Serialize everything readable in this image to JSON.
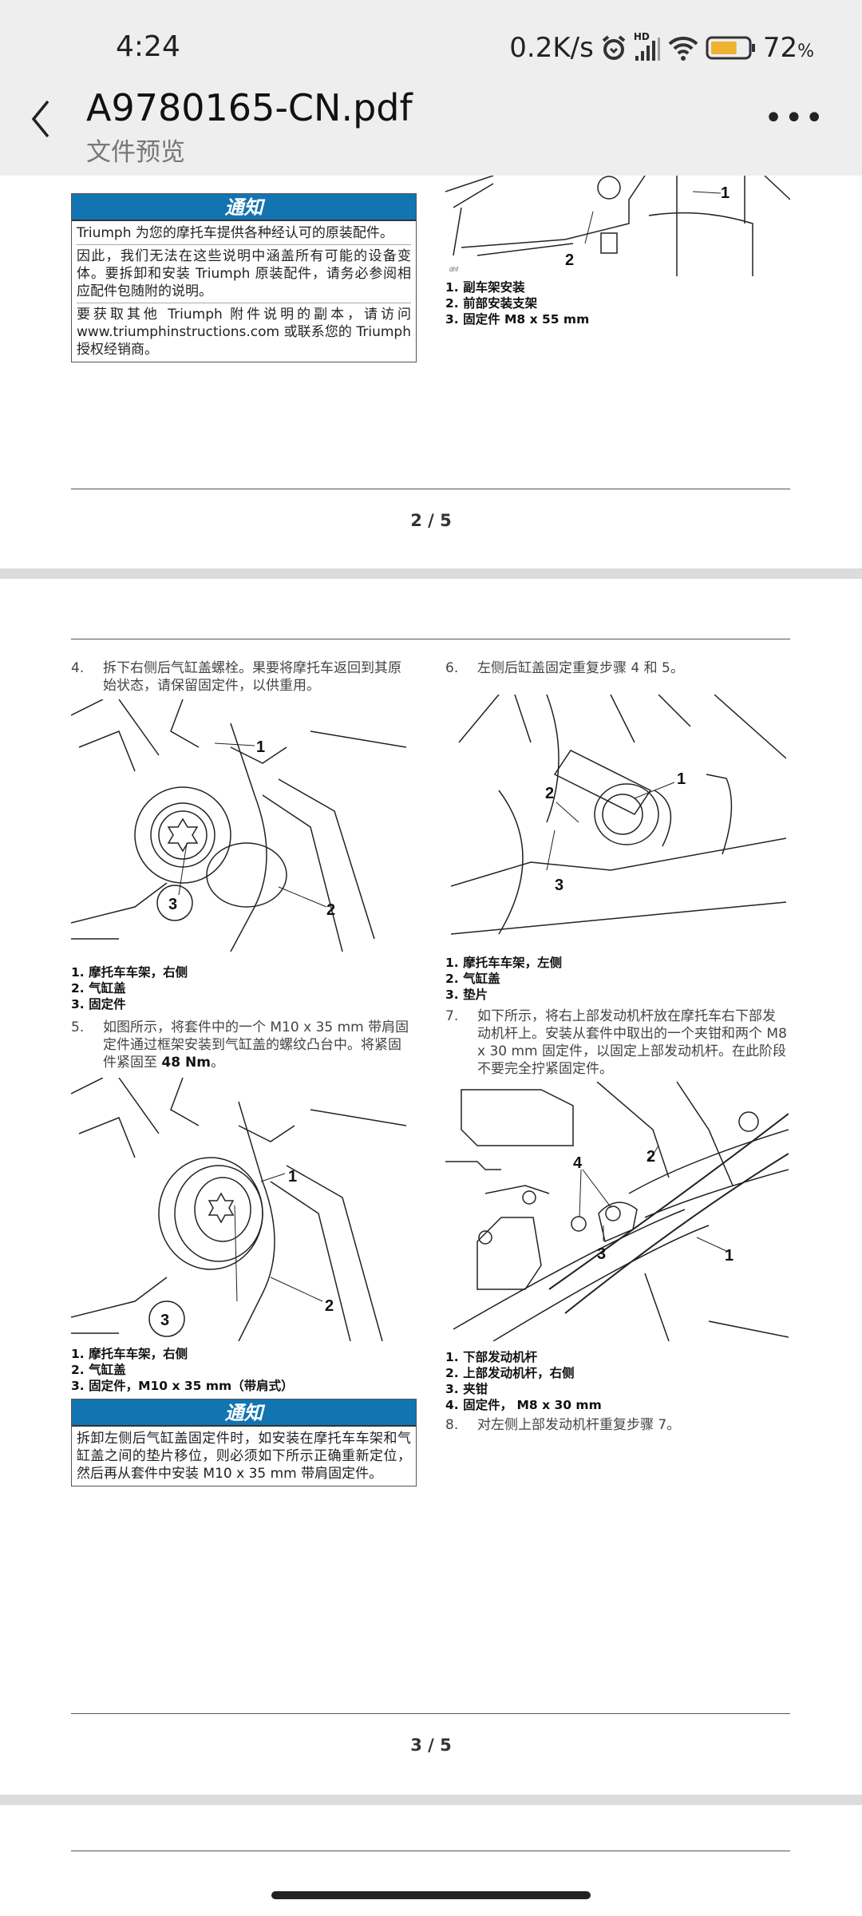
{
  "status_bar": {
    "time": "4:24",
    "net_speed": "0.2K/s",
    "signal_label": "HD",
    "battery_percent": "72",
    "battery_level": 72,
    "battery_color": "#f0b030"
  },
  "header": {
    "title": "A9780165-CN.pdf",
    "subtitle": "文件预览",
    "back_icon": "chevron-left-icon",
    "more_icon": "more-icon"
  },
  "page2": {
    "notice": {
      "heading": "通知",
      "paragraphs": [
        "Triumph 为您的摩托车提供各种经认可的原装配件。",
        "因此，我们无法在这些说明中涵盖所有可能的设备变体。要拆卸和安装 Triumph 原装配件，请务必参阅相应配件包随附的说明。",
        "要获取其他 Triumph 附件说明的副本，请访问 www.triumphinstructions.com 或联系您的 Triumph 授权经销商。"
      ]
    },
    "figure": {
      "callouts": [
        "1",
        "2"
      ],
      "code": "dhf"
    },
    "captions": [
      "1.  副车架安装",
      "2.  前部安装支架",
      "3.  固定件 M8 x 55 mm"
    ],
    "page_number": "2 / 5"
  },
  "page3": {
    "step4": {
      "num": "4.",
      "text": "拆下右侧后气缸盖螺栓。果要将摩托车返回到其原始状态，请保留固定件，以供重用。"
    },
    "fig1": {
      "callouts": [
        "1",
        "2",
        "3"
      ]
    },
    "fig1_captions": [
      "1.  摩托车车架，右侧",
      "2.  气缸盖",
      "3.  固定件"
    ],
    "step5": {
      "num": "5.",
      "text": "如图所示，将套件中的一个 M10 x 35 mm 带肩固定件通过框架安装到气缸盖的螺纹凸台中。将紧固件紧固至 ",
      "torque": "48 Nm",
      "end": "。"
    },
    "fig2": {
      "callouts": [
        "1",
        "2",
        "3"
      ]
    },
    "fig2_captions": [
      "1.  摩托车车架，右侧",
      "2.  气缸盖",
      "3.  固定件，M10 x 35 mm（带肩式）"
    ],
    "notice": {
      "heading": "通知",
      "text": "拆卸左侧后气缸盖固定件时，如安装在摩托车车架和气缸盖之间的垫片移位，则必须如下所示正确重新定位，然后再从套件中安装 M10 x 35 mm 带肩固定件。"
    },
    "step6": {
      "num": "6.",
      "text": "左侧后缸盖固定重复步骤 4 和 5。"
    },
    "fig3": {
      "callouts": [
        "1",
        "2",
        "3"
      ]
    },
    "fig3_captions": [
      "1.  摩托车车架，左侧",
      "2.  气缸盖",
      "3.  垫片"
    ],
    "step7": {
      "num": "7.",
      "text": "如下所示，将右上部发动机杆放在摩托车右下部发动机杆上。安装从套件中取出的一个夹钳和两个 M8 x 30 mm 固定件，以固定上部发动机杆。在此阶段不要完全拧紧固定件。"
    },
    "fig4": {
      "callouts": [
        "1",
        "2",
        "3",
        "4"
      ]
    },
    "fig4_captions": [
      "1.  下部发动机杆",
      "2.  上部发动机杆，右侧",
      "3.  夹钳",
      "4.  固定件， M8 x 30 mm"
    ],
    "step8": {
      "num": "8.",
      "text": "对左侧上部发动机杆重复步骤 7。"
    },
    "page_number": "3 / 5"
  }
}
